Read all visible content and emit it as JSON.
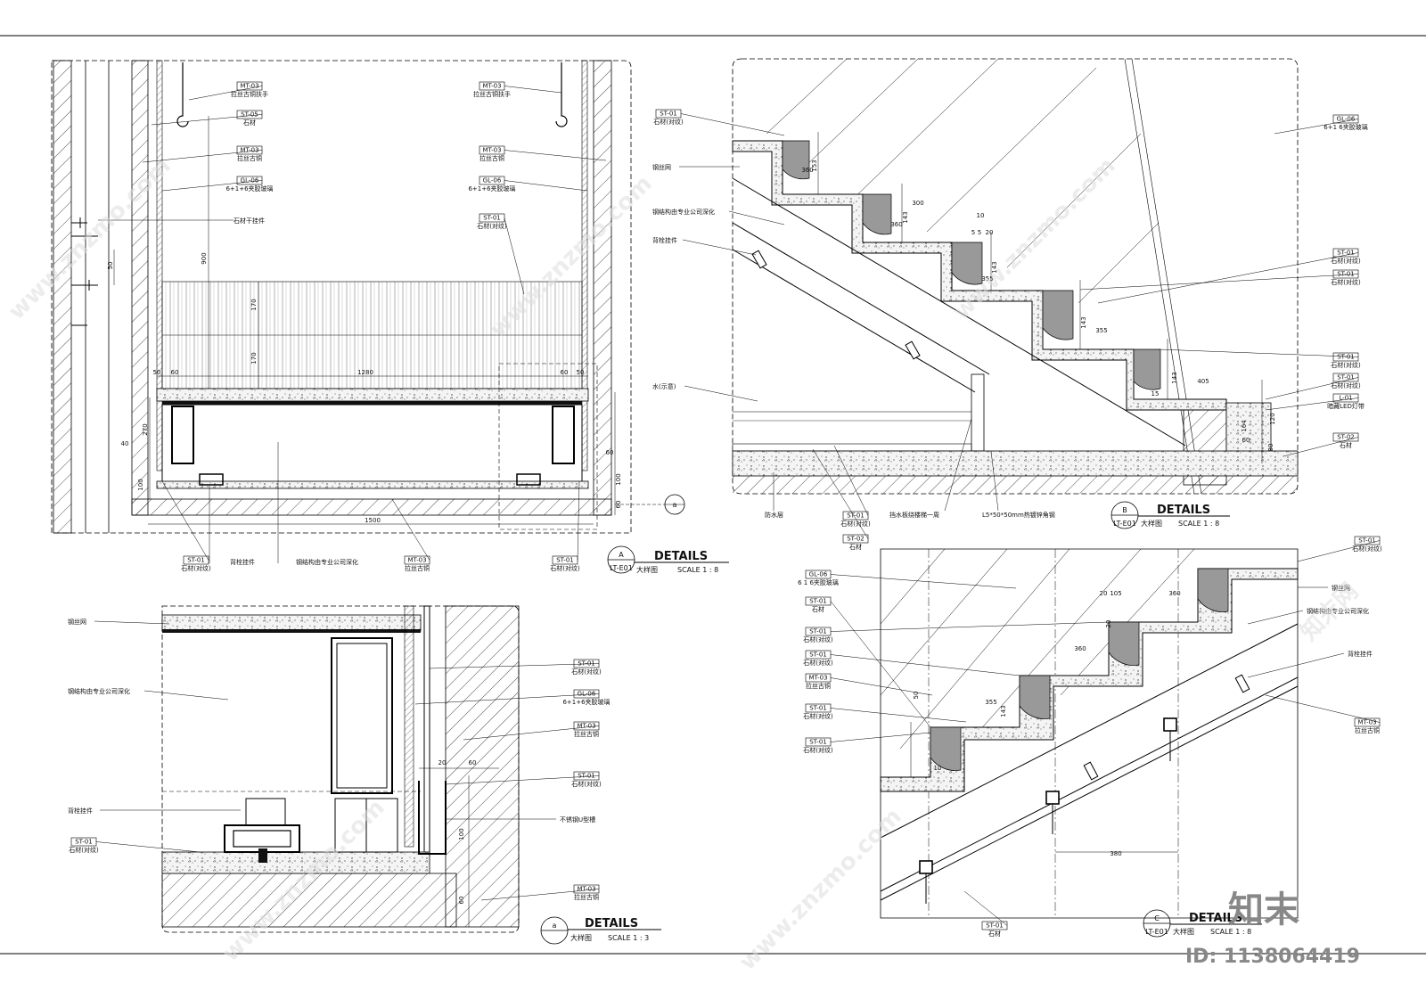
{
  "panel_a": {
    "tags": [
      {
        "code": "MT-03",
        "desc": "拉丝古铜扶手"
      },
      {
        "code": "ST-05",
        "desc": "石材"
      },
      {
        "code": "MT-03",
        "desc": "拉丝古铜"
      },
      {
        "code": "GL-06",
        "desc": "6+1+6夹胶玻璃"
      },
      {
        "code": "MT-03",
        "desc": "拉丝古铜扶手"
      },
      {
        "code": "MT-03",
        "desc": "拉丝古铜"
      },
      {
        "code": "GL-06",
        "desc": "6+1+6夹胶玻璃"
      },
      {
        "code": "ST-01",
        "desc": "石材(对纹)"
      },
      {
        "code": "ST-01",
        "desc": "石材(对纹)"
      },
      {
        "code": "MT-03",
        "desc": "拉丝古铜"
      },
      {
        "code": "ST-01",
        "desc": "石材(对纹)"
      }
    ],
    "notes": [
      "石材干挂件",
      "背栓挂件",
      "钢结构由专业公司深化"
    ],
    "dims": [
      "900",
      "170",
      "170",
      "50",
      "60",
      "1280",
      "60",
      "50",
      "40",
      "270",
      "100",
      "1500",
      "60",
      "100",
      "60",
      "50"
    ],
    "detail_mark": "a",
    "title_id": "A",
    "title_sheet": "LT-E01",
    "title": "DETAILS",
    "subtitle": "大样图",
    "scale": "SCALE 1 : 8"
  },
  "panel_b": {
    "tags": [
      {
        "code": "ST-01",
        "desc": "石材(对纹)"
      },
      {
        "code": "GL-06",
        "desc": "6+1 6夹胶玻璃"
      },
      {
        "code": "ST-01",
        "desc": "石材(对纹)"
      },
      {
        "code": "ST-01",
        "desc": "石材(对纹)"
      },
      {
        "code": "ST-01",
        "desc": "石材(对纹)"
      },
      {
        "code": "ST-01",
        "desc": "石材(对纹)"
      },
      {
        "code": "L-01",
        "desc": "暗藏LED灯带"
      },
      {
        "code": "ST-02",
        "desc": "石材"
      },
      {
        "code": "ST-01",
        "desc": "石材(对纹)"
      },
      {
        "code": "ST-02",
        "desc": "石材"
      }
    ],
    "notes": [
      "钢丝网",
      "钢结构由专业公司深化",
      "背栓挂件",
      "水(示意)",
      "防水层",
      "挡水板绕楼梯一周",
      "L5*50*50mm热镀锌角钢"
    ],
    "dims": [
      "153",
      "360",
      "300",
      "360",
      "355",
      "355",
      "405",
      "143",
      "143",
      "143",
      "143",
      "10",
      "5",
      "5",
      "20",
      "120",
      "164",
      "60",
      "80",
      "15"
    ],
    "title_id": "B",
    "title_sheet": "LT-E01",
    "title": "DETAILS",
    "subtitle": "大样图",
    "scale": "SCALE 1 : 8"
  },
  "panel_a_detail": {
    "tags": [
      {
        "code": "ST-01",
        "desc": "石材(对纹)"
      },
      {
        "code": "GL-06",
        "desc": "6+1+6夹胶玻璃"
      },
      {
        "code": "MT-03",
        "desc": "拉丝古铜"
      },
      {
        "code": "ST-01",
        "desc": "石材(对纹)"
      },
      {
        "code": "ST-01",
        "desc": "石材(对纹)"
      },
      {
        "code": "MT-03",
        "desc": "拉丝古铜"
      }
    ],
    "notes": [
      "钢丝网",
      "钢结构由专业公司深化",
      "背栓挂件",
      "不锈钢U型槽"
    ],
    "dims": [
      "20",
      "60",
      "100",
      "60"
    ],
    "title_id": "a",
    "title": "DETAILS",
    "subtitle": "大样图",
    "scale": "SCALE 1 : 3"
  },
  "panel_c": {
    "tags": [
      {
        "code": "GL-06",
        "desc": "6 1 6夹胶玻璃"
      },
      {
        "code": "ST-01",
        "desc": "石材"
      },
      {
        "code": "ST-01",
        "desc": "石材(对纹)"
      },
      {
        "code": "ST-01",
        "desc": "石材(对纹)"
      },
      {
        "code": "MT-03",
        "desc": "拉丝古铜"
      },
      {
        "code": "ST-01",
        "desc": "石材(对纹)"
      },
      {
        "code": "ST-01",
        "desc": "石材(对纹)"
      },
      {
        "code": "ST-01",
        "desc": "石材(对纹)"
      },
      {
        "code": "MT-03",
        "desc": "拉丝古铜"
      },
      {
        "code": "ST-01",
        "desc": "石材"
      }
    ],
    "notes": [
      "钢丝网",
      "钢结构由专业公司深化",
      "背栓挂件"
    ],
    "dims": [
      "360",
      "360",
      "355",
      "380",
      "20",
      "105",
      "143",
      "50",
      "20",
      "10"
    ],
    "title_id": "C",
    "title_sheet": "LT-E01",
    "title": "DETAILS",
    "subtitle": "大样图",
    "scale": "SCALE 1 : 8"
  },
  "watermark": {
    "text": "www.znzmo.com",
    "brand": "知末网",
    "logo": "知末",
    "id": "ID: 1138064419"
  }
}
